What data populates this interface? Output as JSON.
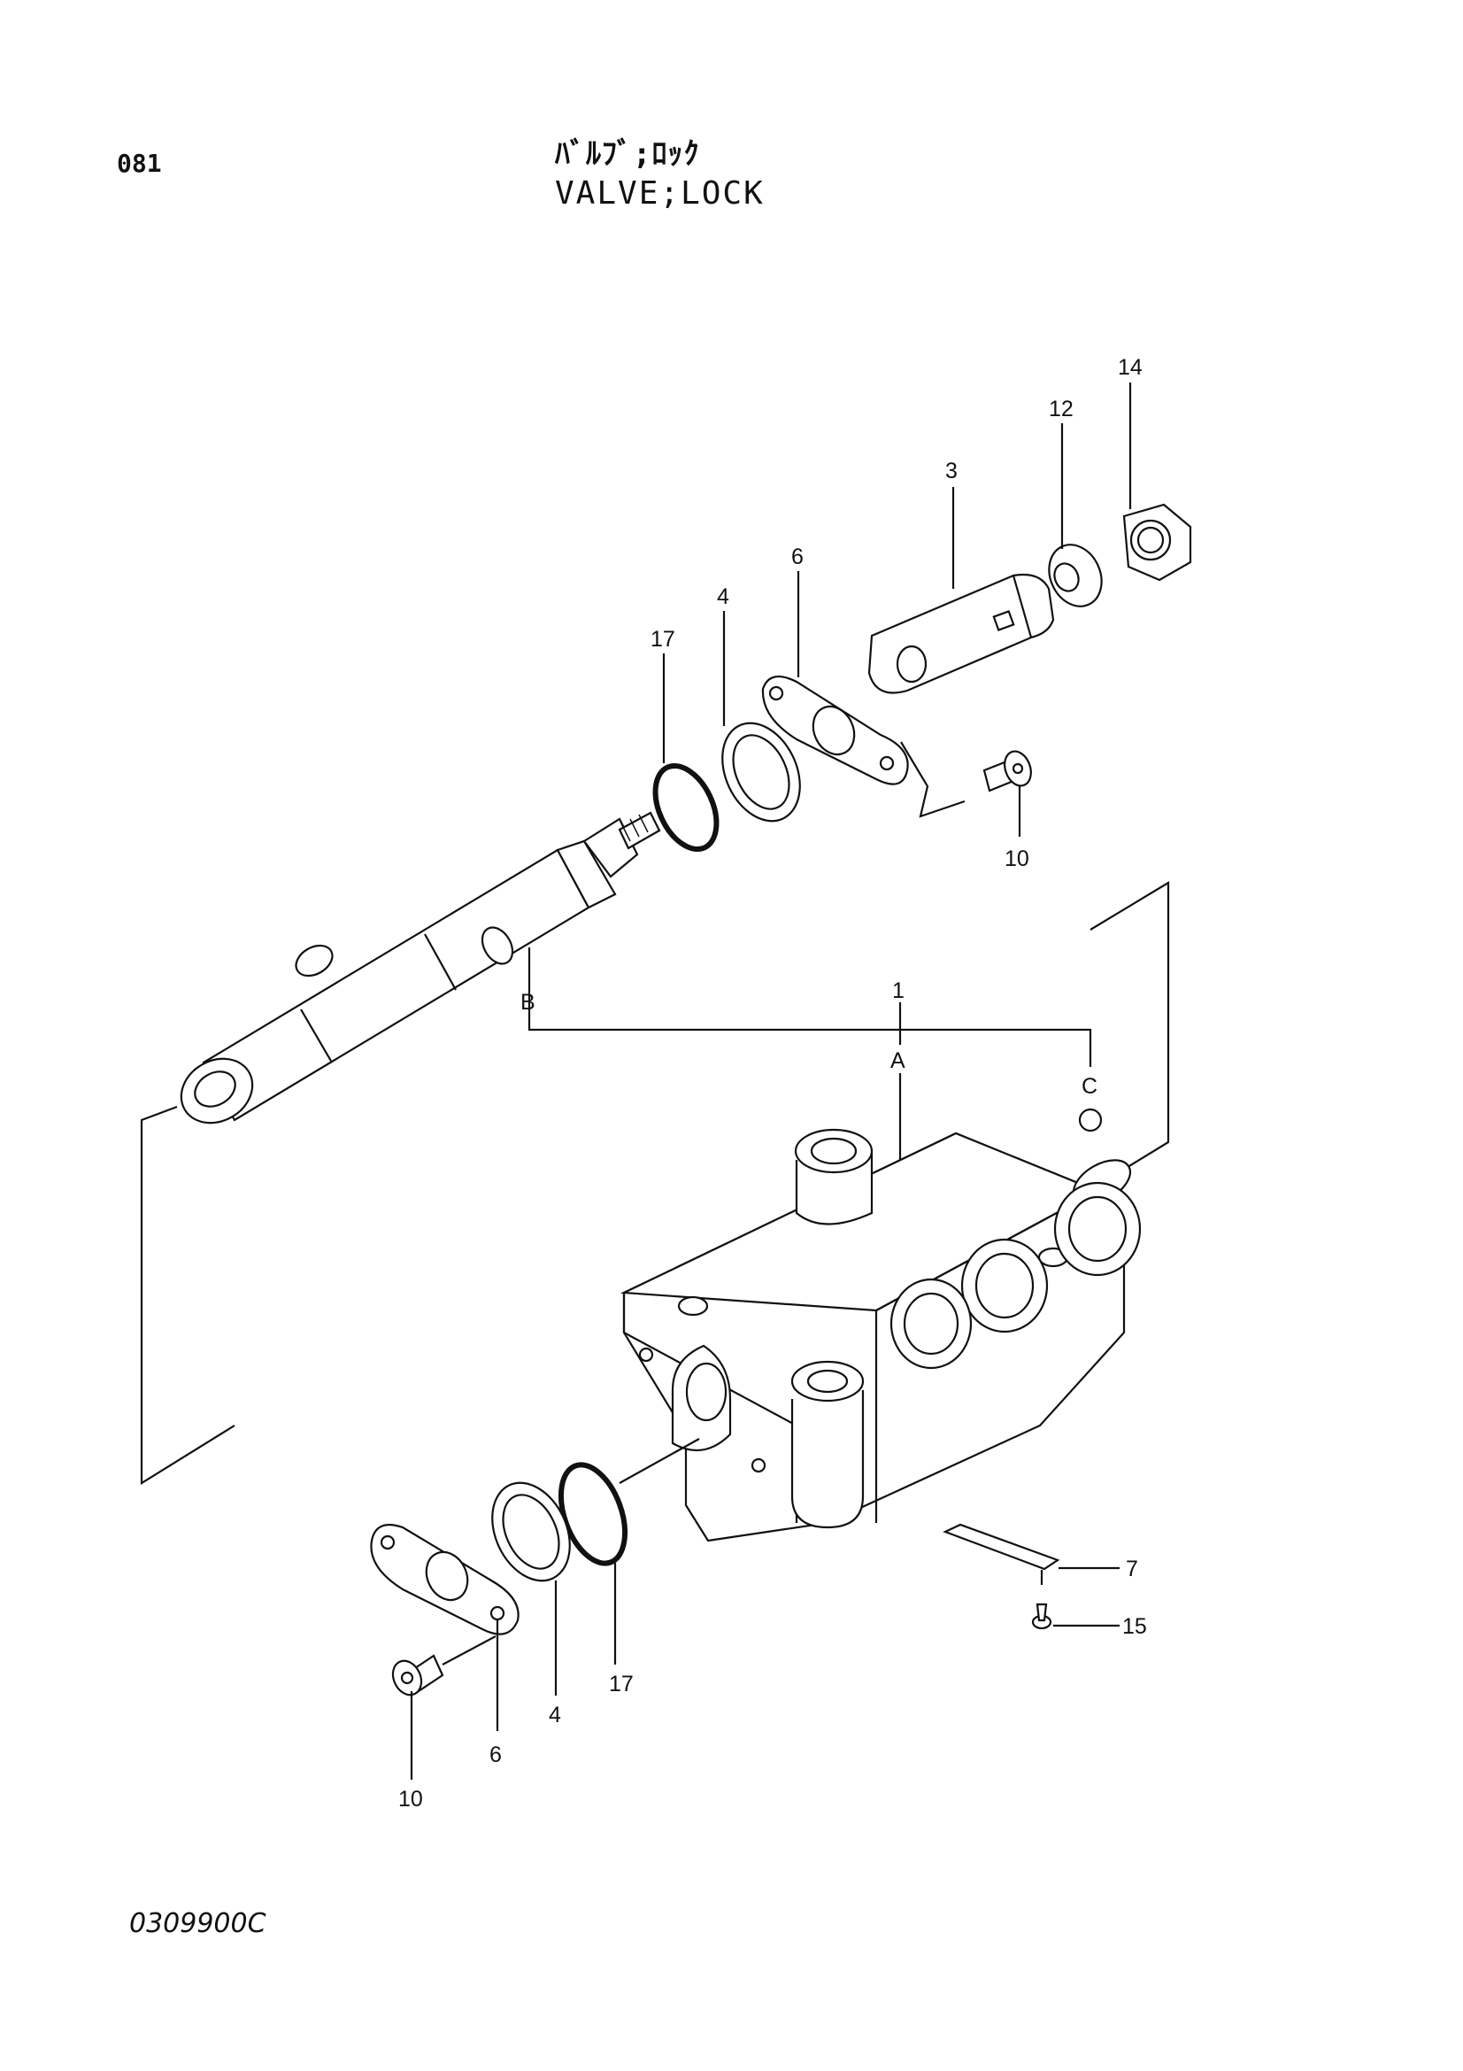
{
  "header": {
    "page_number": "081",
    "title_jp": "ﾊﾞﾙﾌﾞ;ﾛｯｸ",
    "title_en": "VALVE;LOCK"
  },
  "footer": {
    "drawing_code": "0309900C"
  },
  "callouts": {
    "p1": "1",
    "p3": "3",
    "p4_top": "4",
    "p4_bottom": "4",
    "p6_top": "6",
    "p6_bottom": "6",
    "p7": "7",
    "p10_top": "10",
    "p10_bottom": "10",
    "p12": "12",
    "p14": "14",
    "p15": "15",
    "p17_top": "17",
    "p17_bottom": "17"
  },
  "reference_letters": {
    "a": "A",
    "b": "B",
    "c": "C"
  }
}
